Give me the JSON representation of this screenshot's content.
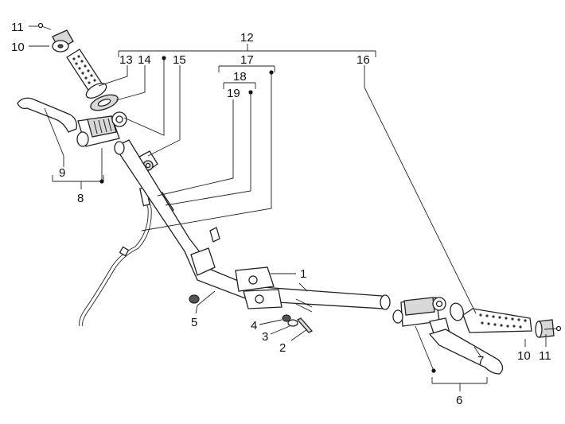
{
  "callouts": {
    "c1": "1",
    "c2": "2",
    "c3": "3",
    "c4": "4",
    "c5": "5",
    "c6": "6",
    "c7": "7",
    "c8": "8",
    "c9": "9",
    "c10_left": "10",
    "c10_right": "10",
    "c11_left": "11",
    "c11_right": "11",
    "c12": "12",
    "c13": "13",
    "c14": "14",
    "c15": "15",
    "c16": "16",
    "c17": "17",
    "c18": "18",
    "c19": "19"
  }
}
